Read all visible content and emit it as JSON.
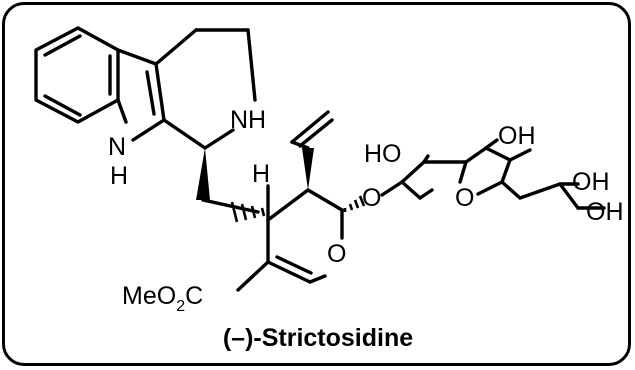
{
  "compound": {
    "name": "(–)-Strictosidine"
  },
  "atoms": {
    "indole_n": "N",
    "indole_h": "H",
    "amine": "NH",
    "stereo_h": "H",
    "ring_o": "O",
    "glyco_o": "O",
    "pyran_o": "O",
    "ho_left": "HO",
    "oh_top": "OH",
    "oh_right": "OH",
    "oh_ch2": "OH",
    "ester_prefix": "MeO",
    "ester_sub": "2",
    "ester_suffix": "C"
  }
}
